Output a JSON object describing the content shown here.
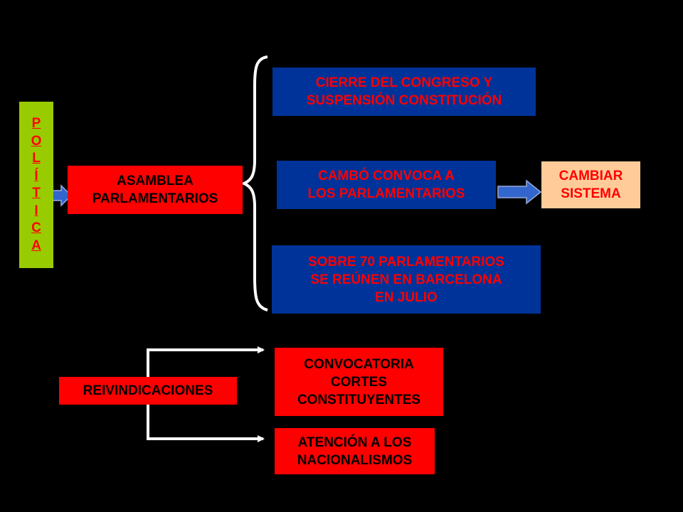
{
  "colors": {
    "background": "#000000",
    "red_box": "#ff0000",
    "blue_box": "#003399",
    "peach_box": "#ffcc99",
    "green_box": "#99cc00",
    "text_red": "#ff0000",
    "arrow_fill": "#3366cc",
    "line_white": "#ffffff"
  },
  "politica": {
    "letters": [
      "P",
      "O",
      "L",
      "Í",
      "T",
      "I",
      "C",
      "A"
    ]
  },
  "asamblea": {
    "text": "ASAMBLEA\nPARLAMENTARIOS"
  },
  "branches": {
    "cierre": {
      "text": "CIERRE DEL CONGRESO Y\nSUSPENSIÓN CONSTITUCIÓN"
    },
    "cambo": {
      "text": "CAMBÓ CONVOCA A\nLOS PARLAMENTARIOS"
    },
    "sobre": {
      "text": "SOBRE 70 PARLAMENTARIOS\nSE REÚNEN EN BARCELONA\nEN JULIO"
    }
  },
  "cambiar": {
    "text": "CAMBIAR\nSISTEMA"
  },
  "reivindicaciones": {
    "label": "REIVINDICACIONES",
    "convocatoria": "CONVOCATORIA\nCORTES\nCONSTITUYENTES",
    "atencion": "ATENCIÓN A LOS\nNACIONALISMOS"
  }
}
